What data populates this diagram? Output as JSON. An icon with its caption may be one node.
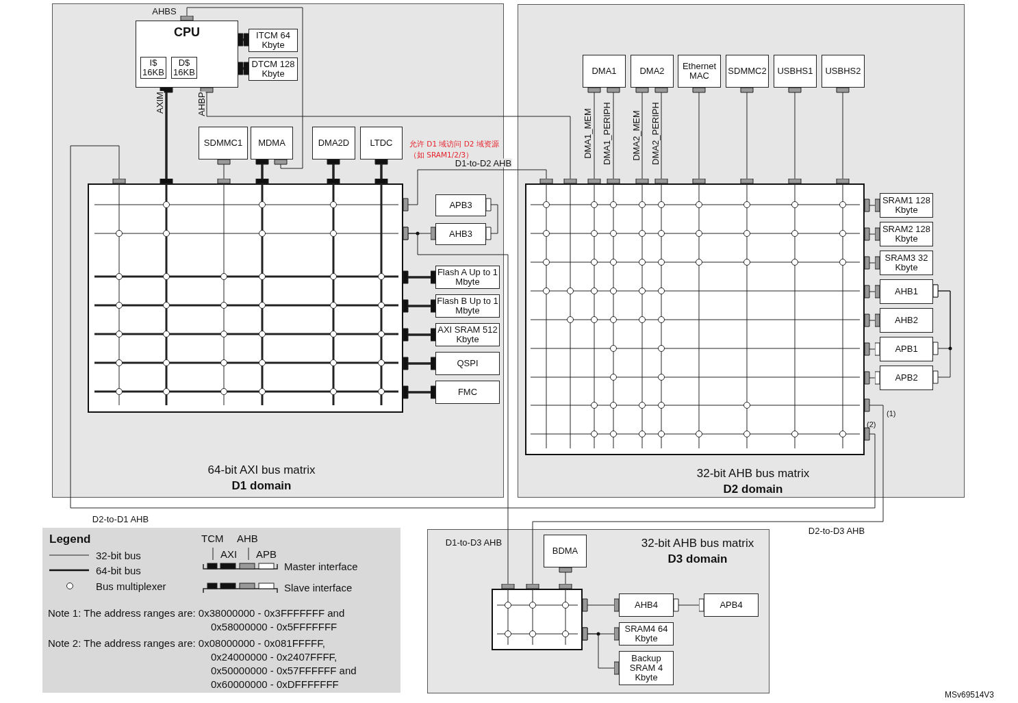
{
  "diagram": {
    "nodes": [
      {
        "text": [
          "64-bit AXI bus matrix",
          "D1 domain"
        ]
      },
      {
        "text": [
          "CPU"
        ],
        "in": 0
      },
      {
        "text": [
          "I$ 16KB"
        ],
        "in": 1
      },
      {
        "text": [
          "D$ 16KB"
        ],
        "in": 1
      },
      {
        "text": [
          "ITCM 64 Kbyte"
        ],
        "in": 0
      },
      {
        "text": [
          "DTCM 128 Kbyte"
        ],
        "in": 0
      },
      {
        "text": [
          "SDMMC1"
        ],
        "in": 0
      },
      {
        "text": [
          "MDMA"
        ],
        "in": 0
      },
      {
        "text": [
          "DMA2D"
        ],
        "in": 0
      },
      {
        "text": [
          "LTDC"
        ],
        "in": 0
      },
      {
        "text": [],
        "shape": "box",
        "in": 0
      },
      {
        "text": [
          "APB3"
        ],
        "in": 0
      },
      {
        "text": [
          "AHB3"
        ],
        "in": 0
      },
      {
        "text": [
          "Flash A Up to 1 Mbyte"
        ],
        "in": 0
      },
      {
        "text": [
          "Flash B Up to 1 Mbyte"
        ],
        "in": 0
      },
      {
        "text": [
          "AXI SRAM 512 Kbyte"
        ],
        "in": 0
      },
      {
        "text": [
          "QSPI"
        ],
        "in": 0
      },
      {
        "text": [
          "FMC"
        ],
        "in": 0
      },
      {
        "text": [
          "32-bit AHB bus matrix",
          "D2 domain"
        ]
      },
      {
        "text": [
          "DMA1"
        ],
        "in": 18
      },
      {
        "text": [
          "DMA2"
        ],
        "in": 18
      },
      {
        "text": [
          "Ethernet MAC"
        ],
        "in": 18
      },
      {
        "text": [
          "SDMMC2"
        ],
        "in": 18
      },
      {
        "text": [
          "USBHS1"
        ],
        "in": 18
      },
      {
        "text": [
          "USBHS2"
        ],
        "in": 18
      },
      {
        "text": [],
        "shape": "box",
        "in": 18
      },
      {
        "text": [
          "SRAM1 128 Kbyte"
        ],
        "in": 18
      },
      {
        "text": [
          "SRAM2 128 Kbyte"
        ],
        "in": 18
      },
      {
        "text": [
          "SRAM3 32 Kbyte"
        ],
        "in": 18
      },
      {
        "text": [
          "AHB1"
        ],
        "in": 18
      },
      {
        "text": [
          "AHB2"
        ],
        "in": 18
      },
      {
        "text": [
          "APB1"
        ],
        "in": 18
      },
      {
        "text": [
          "APB2"
        ],
        "in": 18
      },
      {
        "text": [
          "32-bit AHB bus matrix",
          "D3 domain"
        ]
      },
      {
        "text": [
          "BDMA"
        ],
        "in": 33
      },
      {
        "text": [],
        "shape": "box",
        "in": 33
      },
      {
        "text": [
          "AHB4"
        ],
        "in": 33
      },
      {
        "text": [
          "APB4"
        ],
        "in": 33
      },
      {
        "text": [
          "SRAM4 64 Kbyte"
        ],
        "in": 33
      },
      {
        "text": [
          "Backup SRAM 4 Kbyte"
        ],
        "in": 33
      }
    ],
    "edges": [
      {
        "from": 1,
        "to": 10,
        "arrow": "other",
        "style": "thick",
        "label": "AXIM"
      },
      {
        "from": 1,
        "to": 25,
        "arrow": "other",
        "label": "AHBP"
      },
      {
        "from": 7,
        "to": 1,
        "arrow": "other",
        "label": "AHBS"
      },
      {
        "from": 1,
        "to": 4,
        "arrow": "other",
        "style": "thick"
      },
      {
        "from": 1,
        "to": 5,
        "arrow": "other",
        "style": "thick"
      },
      {
        "from": 6,
        "to": 10,
        "arrow": "other"
      },
      {
        "from": 7,
        "to": 10,
        "arrow": "other",
        "style": "thick"
      },
      {
        "from": 8,
        "to": 10,
        "arrow": "other",
        "style": "thick"
      },
      {
        "from": 9,
        "to": 10,
        "arrow": "other",
        "style": "thick"
      },
      {
        "from": 10,
        "to": 25,
        "arrow": "other",
        "label": "D1-to-D2 AHB"
      },
      {
        "from": 10,
        "to": 12,
        "arrow": "other"
      },
      {
        "from": 10,
        "to": 35,
        "arrow": "other",
        "label": "D1-to-D3 AHB"
      },
      {
        "from": 12,
        "to": 11,
        "arrow": "other"
      },
      {
        "from": 10,
        "to": 13,
        "arrow": "other",
        "style": "thick"
      },
      {
        "from": 10,
        "to": 14,
        "arrow": "other",
        "style": "thick"
      },
      {
        "from": 10,
        "to": 15,
        "arrow": "other",
        "style": "thick"
      },
      {
        "from": 10,
        "to": 16,
        "arrow": "other",
        "style": "thick"
      },
      {
        "from": 10,
        "to": 17,
        "arrow": "other",
        "style": "thick"
      },
      {
        "from": 25,
        "to": 10,
        "arrow": "other",
        "label": "D2-to-D1 AHB"
      },
      {
        "from": 25,
        "to": 35,
        "arrow": "other",
        "label": "D2-to-D3 AHB"
      },
      {
        "from": 19,
        "to": 25,
        "arrow": "other",
        "label": "DMA1_MEM"
      },
      {
        "from": 19,
        "to": 25,
        "arrow": "other",
        "label": "DMA1_PERIPH"
      },
      {
        "from": 20,
        "to": 25,
        "arrow": "other",
        "label": "DMA2_MEM"
      },
      {
        "from": 20,
        "to": 25,
        "arrow": "other",
        "label": "DMA2_PERIPH"
      },
      {
        "from": 21,
        "to": 25,
        "arrow": "other"
      },
      {
        "from": 22,
        "to": 25,
        "arrow": "other"
      },
      {
        "from": 23,
        "to": 25,
        "arrow": "other"
      },
      {
        "from": 24,
        "to": 25,
        "arrow": "other"
      },
      {
        "from": 25,
        "to": 26,
        "arrow": "other"
      },
      {
        "from": 25,
        "to": 27,
        "arrow": "other"
      },
      {
        "from": 25,
        "to": 28,
        "arrow": "other"
      },
      {
        "from": 25,
        "to": 29,
        "arrow": "other"
      },
      {
        "from": 25,
        "to": 30,
        "arrow": "other"
      },
      {
        "from": 25,
        "to": 31,
        "arrow": "other"
      },
      {
        "from": 25,
        "to": 32,
        "arrow": "other"
      },
      {
        "from": 29,
        "to": 31,
        "arrow": "other"
      },
      {
        "from": 29,
        "to": 32,
        "arrow": "other"
      },
      {
        "from": 34,
        "to": 35,
        "arrow": "other"
      },
      {
        "from": 35,
        "to": 36,
        "arrow": "other"
      },
      {
        "from": 36,
        "to": 37,
        "arrow": "other"
      },
      {
        "from": 35,
        "to": 38,
        "arrow": "other"
      },
      {
        "from": 35,
        "to": 39,
        "arrow": "other"
      }
    ],
    "labels": [
      "允许 D1 域访问 D2 域资源（如 SRAM1/2/3）",
      "(1)",
      "(2)",
      "Legend",
      "TCM",
      "AHB",
      "AXI",
      "APB",
      "Note 1: The address ranges are: 0x38000000 - 0x3FFFFFFF and 0x58000000 - 0x5FFFFFFF",
      "Note 2: The address ranges are: 0x08000000 - 0x081FFFFF, 0x24000000 - 0x2407FFFF, 0x50000000 - 0x57FFFFFF and 0x60000000 - 0xDFFFFFFF",
      "MSv69514V3"
    ],
    "legend": [
      {
        "text": "32-bit bus"
      },
      {
        "text": "64-bit bus"
      },
      {
        "text": "Bus multiplexer"
      },
      {
        "text": "Master interface"
      },
      {
        "text": "Slave interface"
      }
    ]
  }
}
